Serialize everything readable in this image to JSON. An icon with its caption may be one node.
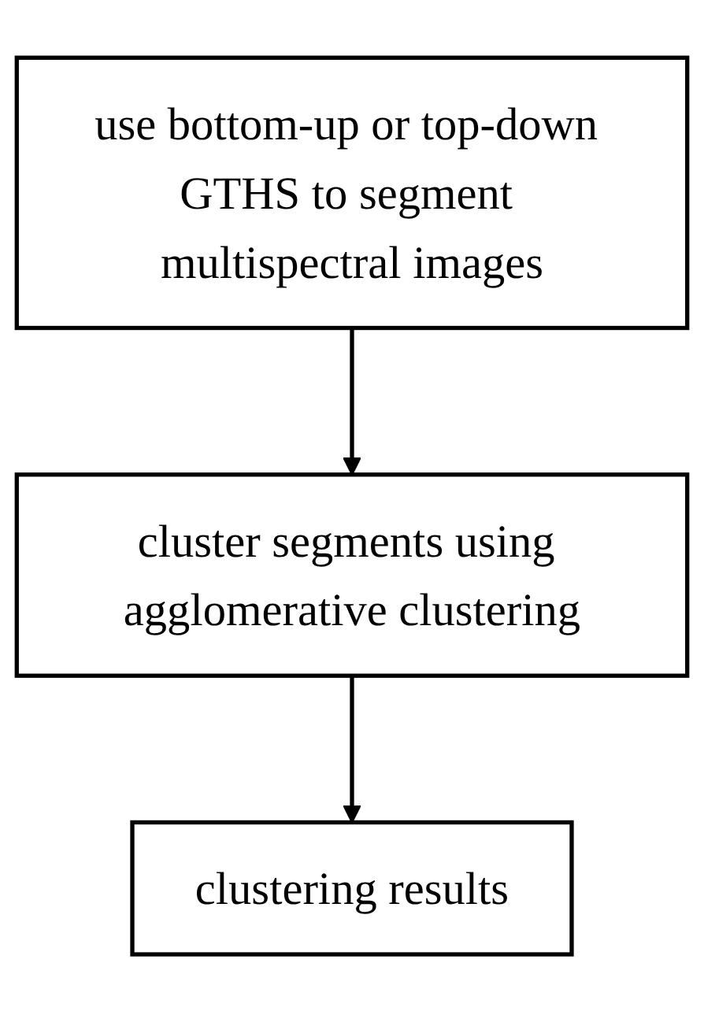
{
  "diagram": {
    "nodes": [
      {
        "text": [
          "use bottom-up or top-down GTHS to segment multispectral images"
        ]
      },
      {
        "text": [
          "cluster segments using agglomerative clustering"
        ]
      },
      {
        "text": [
          "clustering results"
        ]
      }
    ],
    "edges": [
      {
        "from": 0,
        "to": 1,
        "arrow": "to"
      },
      {
        "from": 1,
        "to": 2,
        "arrow": "to"
      }
    ]
  }
}
